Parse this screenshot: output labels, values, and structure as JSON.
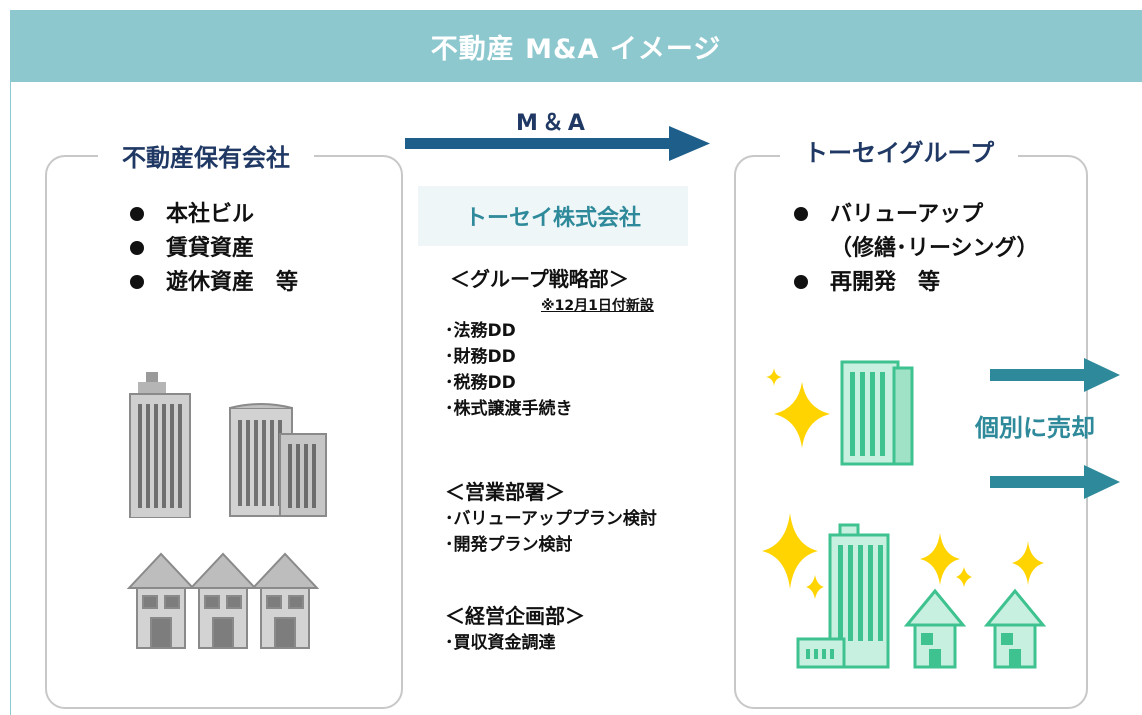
{
  "header": {
    "title": "不動産 M&A イメージ"
  },
  "arrow": {
    "label": "M＆A"
  },
  "left_panel": {
    "title": "不動産保有会社",
    "items": [
      "本社ビル",
      "賃貸資産",
      "遊休資産　等"
    ]
  },
  "middle": {
    "company": "トーセイ株式会社",
    "sections": [
      {
        "heading": "＜グループ戦略部＞",
        "note": "※12月1日付新設",
        "items": [
          "･法務DD",
          "･財務DD",
          "･税務DD",
          "･株式譲渡手続き"
        ]
      },
      {
        "heading": "＜営業部署＞",
        "items": [
          "･バリューアッププラン検討",
          "･開発プラン検討"
        ]
      },
      {
        "heading": "＜経営企画部＞",
        "items": [
          "･買収資金調達"
        ]
      }
    ]
  },
  "right_panel": {
    "title": "トーセイグループ",
    "items": [
      {
        "line1": "バリューアップ",
        "line2": "（修繕･リーシング）"
      },
      {
        "line1": "再開発　等",
        "line2": ""
      }
    ],
    "sell_label": "個別に売却"
  },
  "colors": {
    "header_bg": "#8ec8cf",
    "arrow": "#1d5f8a",
    "accent_teal": "#2e8a9a",
    "title_navy": "#1f3864",
    "green": "#3ec28f",
    "sparkle": "#ffd400"
  }
}
